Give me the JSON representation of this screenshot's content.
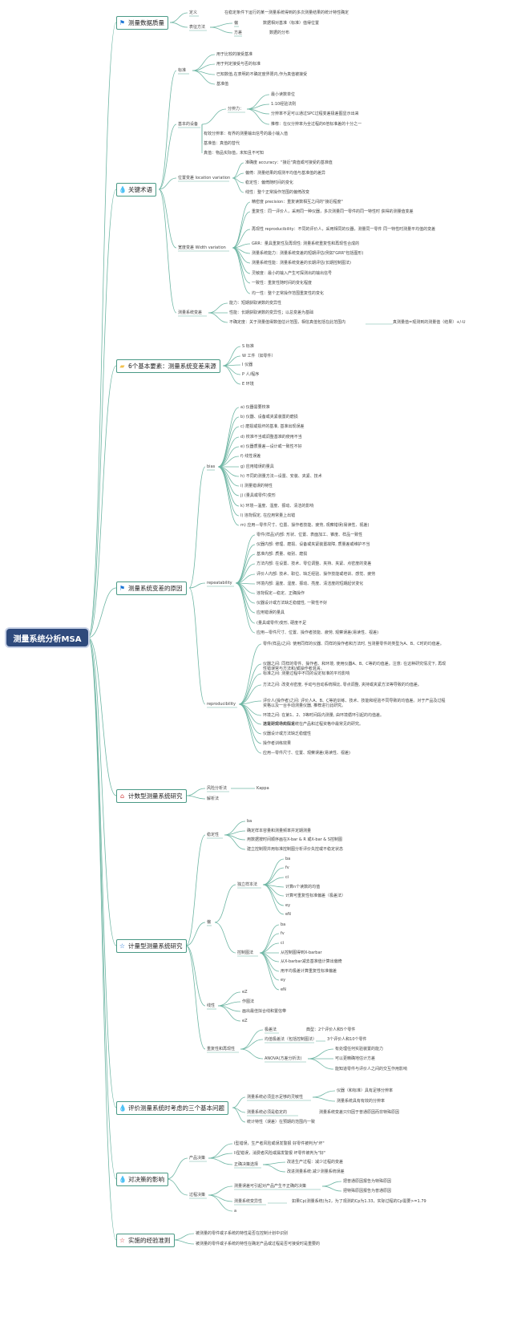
{
  "root": "测量系统分析MSA",
  "branches": [
    {
      "label": "测量数据质量",
      "icon": "flag-icon",
      "icon_char": "⚑",
      "color": "#1a74d6"
    },
    {
      "label": "关键术语",
      "icon": "water-drop-icon",
      "icon_char": "💧",
      "color": "#2a8fe0"
    },
    {
      "label": "6个基本要素：测量系统变差来源",
      "icon": "folder-icon",
      "icon_char": "▰",
      "color": "#f2c14e"
    },
    {
      "label": "测量系统变差的原因",
      "icon": "flag-icon",
      "icon_char": "⚑",
      "color": "#1a74d6"
    },
    {
      "label": "计数型测量系统研究",
      "icon": "home-icon",
      "icon_char": "⌂",
      "color": "#d23c3c"
    },
    {
      "label": "计量型测量系统研究",
      "icon": "star-icon",
      "icon_char": "☆",
      "color": "#1a74d6"
    },
    {
      "label": "评价测量系统时考虑的三个基本问题",
      "icon": "water-drop-icon",
      "icon_char": "💧",
      "color": "#2a8fe0"
    },
    {
      "label": "对决策的影响",
      "icon": "water-drop-icon",
      "icon_char": "💧",
      "color": "#2a8fe0"
    },
    {
      "label": "实施的经验准则",
      "icon": "star-icon",
      "icon_char": "☆",
      "color": "#d23c3c"
    }
  ],
  "b1": {
    "def": "定义",
    "def_text": "在稳定条件下运行的某一测量系统得到的多次测量结果的统计特性确定",
    "method": "表征方法",
    "bias": "偏",
    "bias_text": "数据相对基准（标准）值得位置",
    "var": "方差",
    "var_text": "数据的分布"
  },
  "b2": {
    "std": "标准",
    "std_items": [
      "用于比较的接受基准",
      "用于判定接受与否的标准",
      "已知数值,在表明的不确定度界限内,作为真值被接受",
      "基准值"
    ],
    "equip": "基本的设备",
    "res": "分辨力：",
    "res_items": [
      "最小读数单位",
      "1:10经验法则",
      "分辨率不足可以通过SPC过程变差极差图显示出来",
      "推荐：在仪分辨率为全过程的6倍标准差的十分之一"
    ],
    "equip_items": [
      "有效分辨率：有界的测量输出信号的最小输入值",
      "基准值：真值的替代",
      "真值：物品实际值，未知且不可知"
    ],
    "loc": "位置变差 location variation",
    "loc_items": [
      "准确度 accuracy：\"接近\"真值或可接受的基准值",
      "偏倚：测量结果的观测平均值与基准值的差异",
      "稳定性：偏倚随时间的变化",
      "线性：整个正常操作范围的偏倚改变"
    ],
    "width": "宽度变差 Width variation",
    "width_items": [
      "精密度 precision：重复读数相互之间的\"接近程度\"",
      "重复性：同一评价人，采用同一种仪器，多次测量同一零件的同一特性时 获得的测量值变差",
      "再现性 reproducibility：不同的评价人，采用相同的仪器，测量同一零件 同一特性时测量平均值的变差",
      "GRR：量具重复性及再现性: 测量系统重复性和再现性合成的",
      "测量系统能力：测量系统变差的短期评估(例如\"GRR\"包括图形)",
      "测量系统性能：测量系统变差的长期评估(长期控制图法)",
      "灵敏度：最小的输入产生可探测出的输出信号",
      "一致性：重复性随时间的变化程度",
      "均一性：整个正常操作范围重复性的变化"
    ],
    "msv": "测量系统变差",
    "msv_items": [
      "能力：短期获取读数的变异性",
      "性能：长期获取读数的变异性；以总变差为基础"
    ],
    "unc": "不确定度：关于测量值得数值估计范围，相信真值包括在此范围内",
    "unc_text": "真测量值=观测到的测量值（结果）+/-U"
  },
  "b3": {
    "items": [
      "S 标准",
      "W 工件（如零件）",
      "I 仪器",
      "P 人/程序",
      "E 环境"
    ]
  },
  "b4": {
    "bias": "bias",
    "bias_items": [
      "a) 仪器需要校准",
      "b) 仪器、设备或夹紧装置的磨损",
      "c) 磨损或损坏的基准, 基准出现误差",
      "d) 校准不当或调整基准的使用不当",
      "e) 仪器质量差—设计或一致性不好",
      "f) 线性误差",
      "g) 应用错误的量具",
      "h) 不同的测量方法—设置、安装、夹紧、技术",
      "i) 测量错误的特性",
      "j) (量具或零件)变形",
      "k) 环境—温度、湿度、振动、清洁的影响",
      "l) 违背假定, 在应用常量上出错",
      "m) 应用—零件尺寸、位置、操作者技能、疲劳, 观察错误(易读性、视差)"
    ],
    "rep": "repeatability",
    "rep_items": [
      "零件(样品)内部: 形状、位置、表面加工、锥度、样品一致性",
      "仪器内部: 修理、磨损、设备或夹紧装置故障, 质量差或维护不当",
      "基准内部: 质量、级别、磨损",
      "方法内部: 在设置、技术、零位调整、夹持、夹紧、点密度的变差",
      "评价人内部: 技术、职位、缺乏经验、操作技能或培训、感觉、疲劳",
      "环境内部: 温度、湿度、振动、亮度、清洁度的短期起伏变化",
      "违背假定—稳定、正确操作",
      "仪器设计或方法缺乏稳健性, 一致性不好",
      "应用错误的量具",
      "(量具或零件)变形, 硬度不足",
      "应用—零件尺寸、位置、操作者技能、疲劳, 观察误差(易读性、视差)"
    ],
    "repro": "reproducibility",
    "repro_items": [
      "零件(样品)之间: 使用同样的仪器、同样的操作者和方法时, 当测量零件的类型为A、B、C时的均值差。",
      "仪器之间: 同样的零件、操作者、和环境, 使用仪器A、B、C等的均值差。注意: 在这种研究情况下, 再现性错误常与方法和/或操作者混淆。",
      "标准之间: 测量过程中不同的设定标准的平均影响",
      "方法之间: 改变点密度, 手动与自动系统相比, 零点调整, 夹持或夹紧方法等导致的均值差。",
      "评价人(操作者)之间: 评价人A、B、C等的训练、技术、技能和经验不同导致的均值差。对于产品及过程资格以及一台手动测量仪器, 推荐进行此研究。",
      "环境之间: 在第1、2、3等时间段内测量, 由环境循环引起的均值差。",
      "违背研究中的假定",
      "仪器设计或方法缺乏稳健性",
      "操作者训练效果",
      "应用—零件尺寸、位置、观察误差(易读性、视差)"
    ],
    "repro_extra": "这是对现场实际系统在产品和过程资格中最常见的研究。"
  },
  "b5": {
    "risk": "风险分析法",
    "kappa": "Kappa",
    "analytic": "解析法"
  },
  "b6": {
    "stab": "稳定性",
    "stab_items": [
      "ba",
      "确定样本容量和测量频率并定期测量",
      "用数据按时间顺序画在X-bar & R 或X-bar & S控制图",
      "建立控制限并用标准控制图分析评价失控或不稳定状态"
    ],
    "bias": "偏",
    "indep": "独立样本法",
    "indep_items": [
      "ba",
      "fv",
      "ci",
      "计算n个读数的均值",
      "计算可重复性标准偏差（极差法）",
      "ey",
      "eN"
    ],
    "ctrl": "控制图法",
    "ctrl_items": [
      "ba",
      "fv",
      "ci",
      "从控制图得到X-barbar",
      "从X-barbar减去基准值计算出偏倚",
      "用平均极差计算重复性标准偏差",
      "ey",
      "eN"
    ],
    "lin": "线性",
    "lin_items": [
      "eZ",
      "作图法",
      "画出最佳拟合线和置信带",
      "eZ"
    ],
    "grr": "重复性和再现性",
    "range": "极差法",
    "range_text": "典型：2个评价人和5个零件",
    "avg": "均值极差法（包括控制图法）",
    "avg_text": "3个评价人和10个零件",
    "anova": "ANOVA(方差分析法)",
    "anova_items": [
      "有处理任何实验装置的能力",
      "可以更精确地估计方差",
      "能知道零件与评价人之间的交互作用影响"
    ]
  },
  "b7": {
    "q1": "测量系统必须显示足够的灵敏性",
    "q1_items": [
      "仪器（和标准）具有足够分辨率",
      "测量系统具有有效的分辨率"
    ],
    "q2": "测量系统必须是稳定的",
    "q2_text": "测量系统变差只归因于普通原因而非特殊原因",
    "q3": "统计特性（误差）在预期的范围内一致"
  },
  "b8": {
    "prod": "产品决策",
    "prod_items": [
      "I型错误，生产者风险或误发警报 好零件被判为\"坏\"",
      "II型错误，消费者风险或漏发警报 坏零件被判为\"好\""
    ],
    "improve": "正确决策选择",
    "improve_items": [
      "改进生产过程：减少过程的变差",
      "改进测量系统:减少测量系统误差"
    ],
    "proc": "过程决策",
    "proc_q": "测量误差可引起对产品产生不正确的决策",
    "proc_q_items": [
      "把普通原因报告为特殊原因",
      "把特殊原因报告为普通原因"
    ],
    "cap": "测量系统变异性",
    "cap_text": "如果Cp(测量系统)为2，为了观测的Cp为1.33，实际过程的Cp需要>=1.79",
    "a": "a"
  },
  "b9": {
    "items": [
      "被测量的零件或子系统的特性是否在控制计划中识别",
      "被测量的零件或子系统的特性在确定产品或过程是否可接受时是重要的"
    ]
  },
  "colors": {
    "link": "#6fb6a4",
    "root": "#2f4a7c",
    "branch_border": "#4a9a86"
  }
}
